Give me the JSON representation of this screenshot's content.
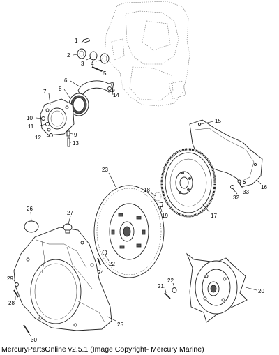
{
  "caption": "MercuryPartsOnline v2.5.1 (Image Copyright- Mercury Marine)",
  "callouts": [
    "1",
    "2",
    "3",
    "4",
    "5",
    "6",
    "7",
    "8",
    "9",
    "10",
    "11",
    "12",
    "13",
    "14",
    "15",
    "16",
    "17",
    "18",
    "19",
    "20",
    "21",
    "22",
    "22",
    "23",
    "24",
    "25",
    "26",
    "27",
    "28",
    "29",
    "30",
    "32",
    "33"
  ],
  "colors": {
    "line": "#222222",
    "background": "#ffffff",
    "shade": "#555555"
  }
}
